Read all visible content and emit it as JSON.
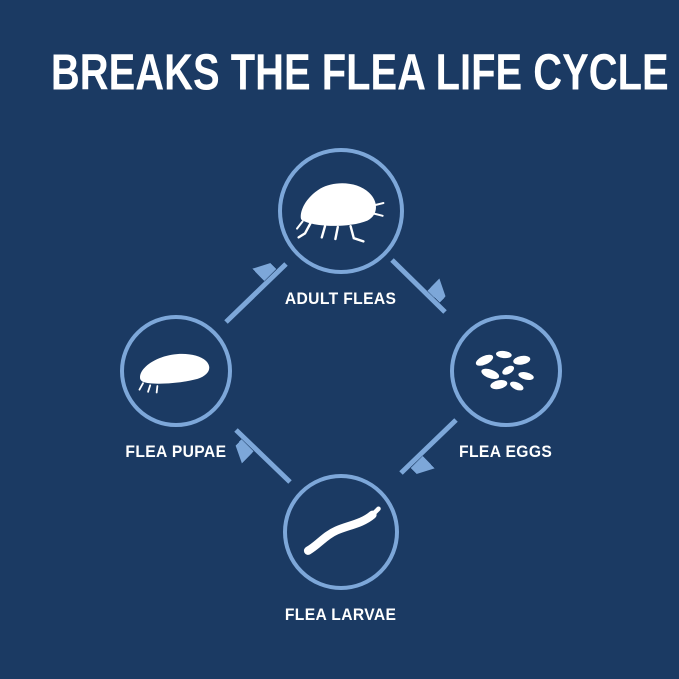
{
  "title": "BREAKS THE FLEA LIFE CYCLE",
  "colors": {
    "background": "#1b3a63",
    "accent": "#7da7d9",
    "icon": "#ffffff",
    "text": "#ffffff"
  },
  "cycle": {
    "nodes": [
      {
        "id": "adult-fleas",
        "label": "ADULT FLEAS",
        "icon": "adult-flea-icon"
      },
      {
        "id": "flea-eggs",
        "label": "FLEA EGGS",
        "icon": "flea-eggs-icon"
      },
      {
        "id": "flea-larvae",
        "label": "FLEA LARVAE",
        "icon": "flea-larva-icon"
      },
      {
        "id": "flea-pupae",
        "label": "FLEA PUPAE",
        "icon": "flea-pupa-icon"
      }
    ],
    "arrows": [
      {
        "from": "ADULT FLEAS",
        "to": "FLEA EGGS"
      },
      {
        "from": "FLEA EGGS",
        "to": "FLEA LARVAE"
      },
      {
        "from": "FLEA LARVAE",
        "to": "FLEA PUPAE"
      },
      {
        "from": "FLEA PUPAE",
        "to": "ADULT FLEAS"
      }
    ]
  }
}
